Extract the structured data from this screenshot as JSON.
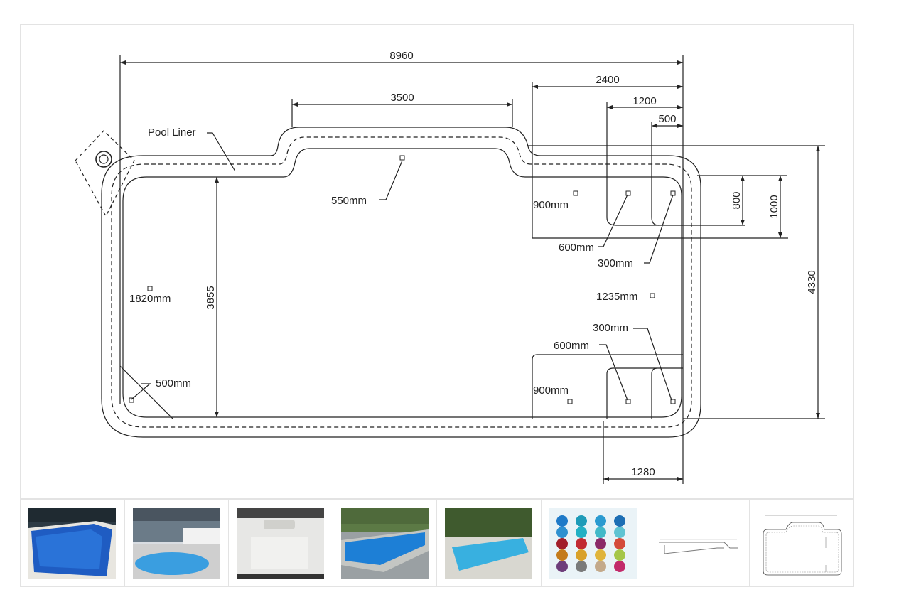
{
  "drawing": {
    "title_dim": "8960",
    "label_pool_liner": "Pool Liner",
    "dims": {
      "d3500": "3500",
      "d2400": "2400",
      "d1200": "1200",
      "d500": "500",
      "d800": "800",
      "d1000": "1000",
      "d4330": "4330",
      "d3855": "3855",
      "d1280": "1280"
    },
    "depths": {
      "p550": "550mm",
      "p900_top": "900mm",
      "p600_top": "600mm",
      "p300_top": "300mm",
      "p1820": "1820mm",
      "p1235": "1235mm",
      "p300_bot": "300mm",
      "p600_bot": "600mm",
      "p900_bot": "900mm",
      "p500": "500mm"
    }
  },
  "gallery": {
    "thumbnails": [
      {
        "name": "pool-photo-deep-blue"
      },
      {
        "name": "pool-photo-house-fence"
      },
      {
        "name": "pool-shell-white"
      },
      {
        "name": "pool-photo-pavers"
      },
      {
        "name": "pool-photo-garden"
      },
      {
        "name": "colour-swatch-chart"
      },
      {
        "name": "pool-cross-section-drawing"
      },
      {
        "name": "pool-plan-drawing"
      }
    ]
  }
}
